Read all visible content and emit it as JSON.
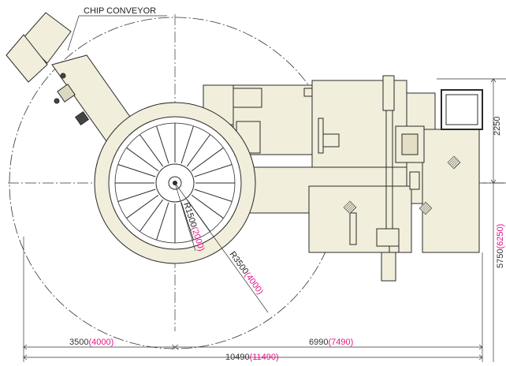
{
  "labels": {
    "chip_conveyor": "CHIP CONVEYOR",
    "radius_inner": "R1500",
    "radius_inner_alt": "(2000)",
    "radius_outer": "R3500",
    "radius_outer_alt": "(4000)",
    "dim_left": "3500",
    "dim_left_alt": "(4000)",
    "dim_right": "6990",
    "dim_right_alt": "(7490)",
    "dim_total": "10490",
    "dim_total_alt": "(11490)",
    "dim_height_top": "2250",
    "dim_height_total": "5750",
    "dim_height_total_alt": "(6250)"
  },
  "colors": {
    "machine_fill": "#f1eedb",
    "line": "#2b2b2b",
    "highlight": "#e0198a"
  }
}
